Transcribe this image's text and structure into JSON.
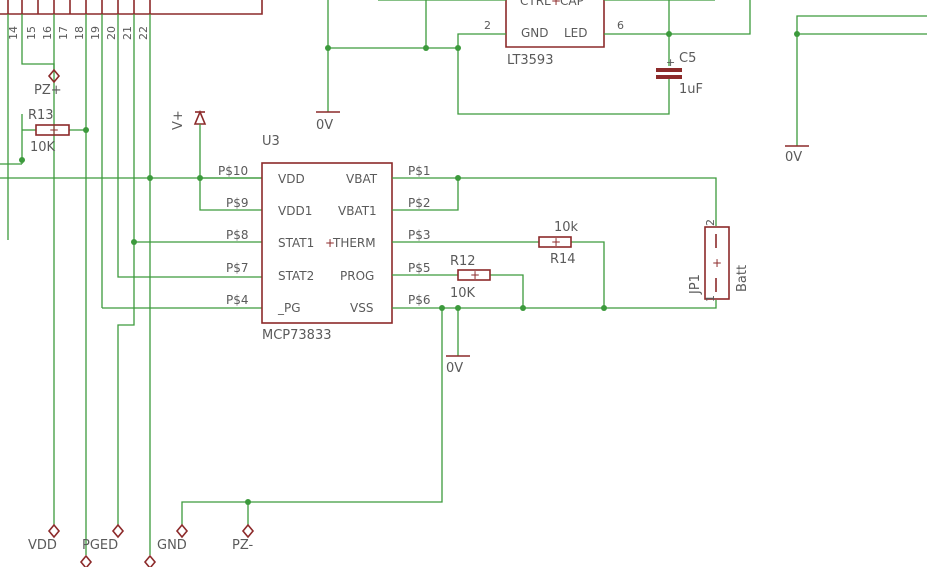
{
  "top_chip": {
    "name": "LT3593",
    "pins": [
      "CTRL",
      "CAP",
      "GND",
      "LED"
    ],
    "pin_numbers": [
      "2",
      "6"
    ]
  },
  "header_pins": [
    "14",
    "15",
    "16",
    "17",
    "18",
    "19",
    "20",
    "21",
    "22"
  ],
  "ic": {
    "refdes": "U3",
    "value": "MCP73833",
    "left_pins": [
      {
        "net": "P$10",
        "name": "VDD"
      },
      {
        "net": "P$9",
        "name": "VDD1"
      },
      {
        "net": "P$8",
        "name": "STAT1"
      },
      {
        "net": "P$7",
        "name": "STAT2"
      },
      {
        "net": "P$4",
        "name": "_PG"
      }
    ],
    "right_pins": [
      {
        "net": "P$1",
        "name": "VBAT"
      },
      {
        "net": "P$2",
        "name": "VBAT1"
      },
      {
        "net": "P$3",
        "name": "THERM"
      },
      {
        "net": "P$5",
        "name": "PROG"
      },
      {
        "net": "P$6",
        "name": "VSS"
      }
    ]
  },
  "resistors": [
    {
      "ref": "R13",
      "value": "10K"
    },
    {
      "ref": "R12",
      "value": "10K"
    },
    {
      "ref": "R14",
      "value": "10k"
    }
  ],
  "capacitor": {
    "ref": "C5",
    "value": "1uF"
  },
  "connector": {
    "ref": "JP1",
    "value": "Batt",
    "pin1": "1",
    "pin2": "2"
  },
  "supplies": {
    "vplus": "V+",
    "ground": "0V"
  },
  "bottom_labels": [
    "VDD",
    "PGED",
    "GND",
    "PZ-"
  ],
  "pz_plus": "PZ+",
  "plus_mark": "+"
}
